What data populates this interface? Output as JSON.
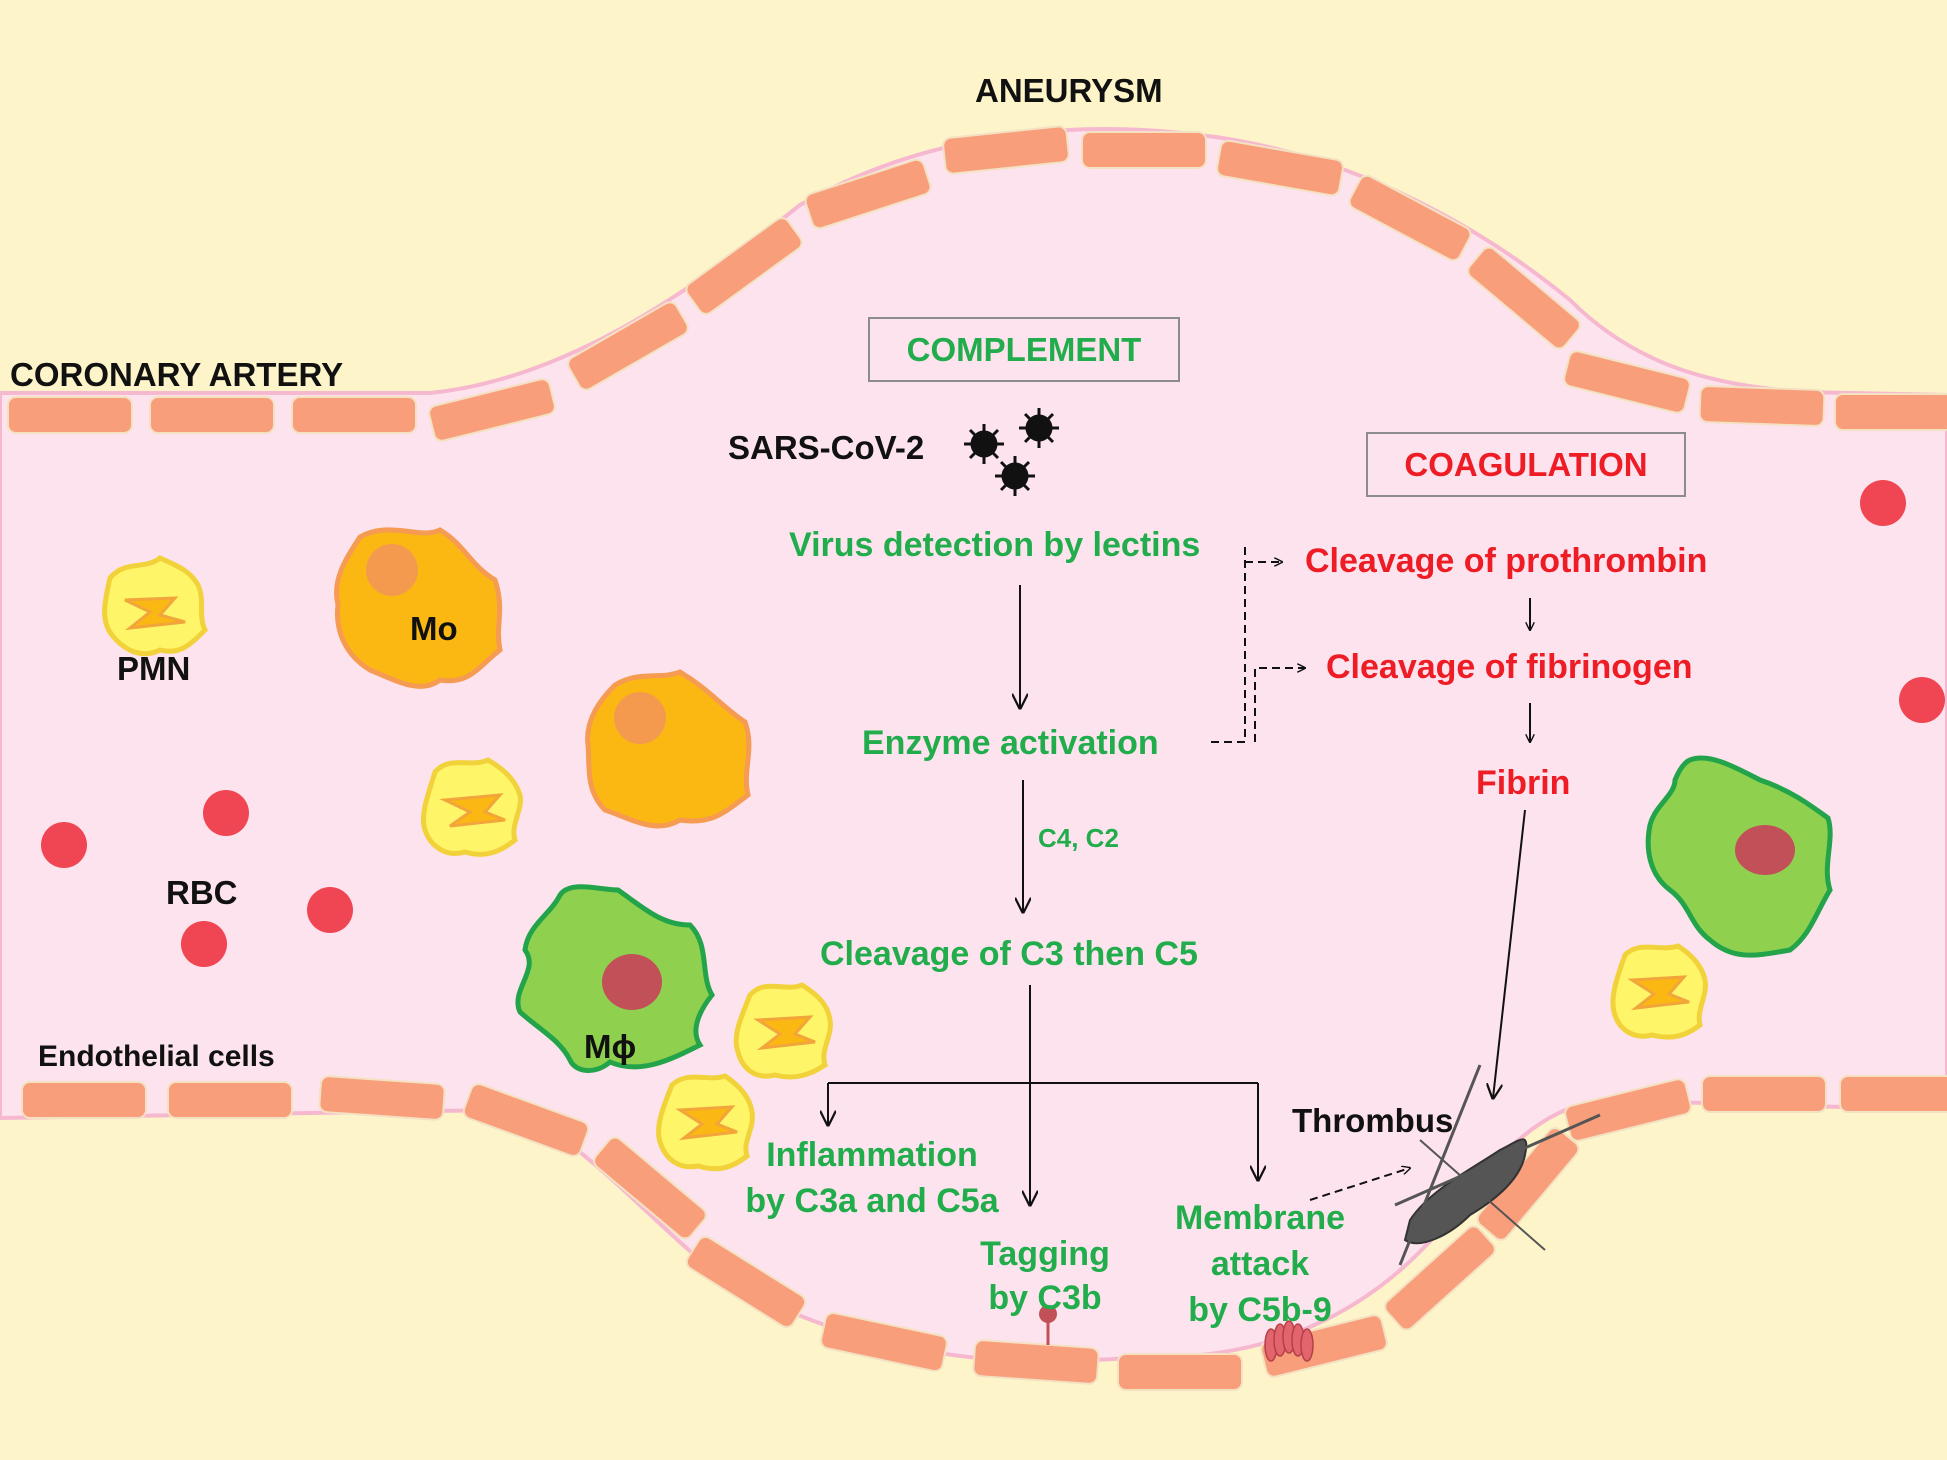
{
  "labels": {
    "aneurysm": "ANEURYSM",
    "coronary_artery": "CORONARY ARTERY",
    "endothelial_cells": "Endothelial cells",
    "pmn": "PMN",
    "mo": "Mo",
    "rbc": "RBC",
    "macrophage": "Mϕ",
    "thrombus": "Thrombus"
  },
  "complement": {
    "title": "COMPLEMENT",
    "virus": "SARS-CoV-2",
    "step_detection": "Virus detection by lectins",
    "step_enzyme": "Enzyme activation",
    "cofactors": "C4, C2",
    "step_cleavage": "Cleavage of C3 then C5",
    "outcome_inflammation_l1": "Inflammation",
    "outcome_inflammation_l2": "by C3a and C5a",
    "outcome_tagging_l1": "Tagging",
    "outcome_tagging_l2": "by C3b",
    "outcome_mac_l1": "Membrane",
    "outcome_mac_l2": "attack",
    "outcome_mac_l3": "by C5b-9"
  },
  "coagulation": {
    "title": "COAGULATION",
    "step_prothrombin": "Cleavage of prothrombin",
    "step_fibrinogen": "Cleavage of fibrinogen",
    "step_fibrin": "Fibrin"
  },
  "colors": {
    "background": "#fdf5c9",
    "lumen": "#fde3ee",
    "endothelium": "#f89e7b",
    "complement_text": "#22ad4d",
    "coagulation_text": "#ee1c24",
    "rbc": "#f04552",
    "monocyte": "#fbb812",
    "macrophage": "#8fd14f",
    "pmn": "#fff568",
    "thrombus": "#555555"
  }
}
